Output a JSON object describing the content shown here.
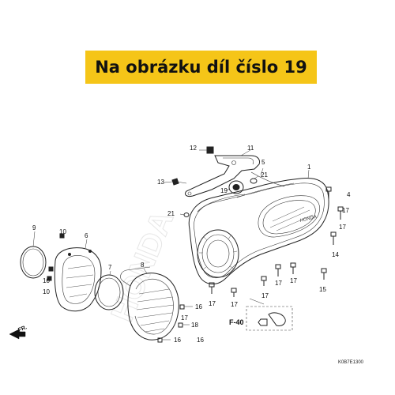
{
  "banner": {
    "text": "Na obrázku díl číslo 19",
    "color": "#f5c518"
  },
  "labels": [
    "1",
    "4",
    "5",
    "6",
    "7",
    "8",
    "9",
    "10",
    "10",
    "10",
    "11",
    "12",
    "13",
    "14",
    "15",
    "16",
    "16",
    "16",
    "17",
    "17",
    "17",
    "17",
    "17",
    "17",
    "17",
    "17",
    "18",
    "19",
    "21",
    "21"
  ],
  "reference": "F-40",
  "direction": "FR.",
  "diagram_code": "K0B7E1300",
  "watermark": "HONDA"
}
